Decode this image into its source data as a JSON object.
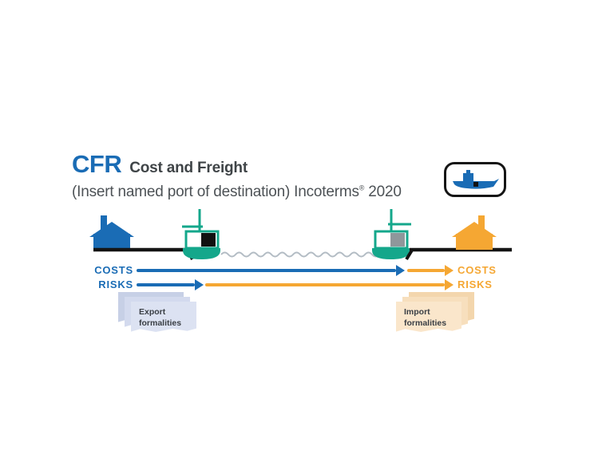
{
  "header": {
    "code": "CFR",
    "name": "Cost and Freight",
    "subtitle_prefix": "(Insert named port of destination) Incoterms",
    "subtitle_reg": "®",
    "subtitle_suffix": " 2020"
  },
  "badge": {
    "icon": "cargo-ship-icon"
  },
  "flows": {
    "costs": {
      "left_label": "COSTS",
      "right_label": "COSTS"
    },
    "risks": {
      "left_label": "RISKS",
      "right_label": "RISKS"
    }
  },
  "notes": {
    "export_label": "Export formalities",
    "import_label": "Import formalities"
  },
  "diagram": {
    "seller_icon": "factory-icon",
    "origin_port_icon": "ship-with-crane-icon",
    "destination_port_icon": "ship-with-crane-icon",
    "buyer_icon": "warehouse-icon",
    "water": "wavy-sea-line"
  },
  "colors": {
    "blue": "#1a6cb5",
    "teal": "#14a78b",
    "orange": "#f5a733",
    "dark_text": "#3f4447",
    "gray_text": "#4d5256",
    "ground_black": "#141414",
    "wave_gray": "#b3bcc4",
    "container_black": "#111111",
    "container_gray": "#8f979b",
    "paper_blue": "#dce2f2",
    "paper_orange": "#fae6cb"
  }
}
